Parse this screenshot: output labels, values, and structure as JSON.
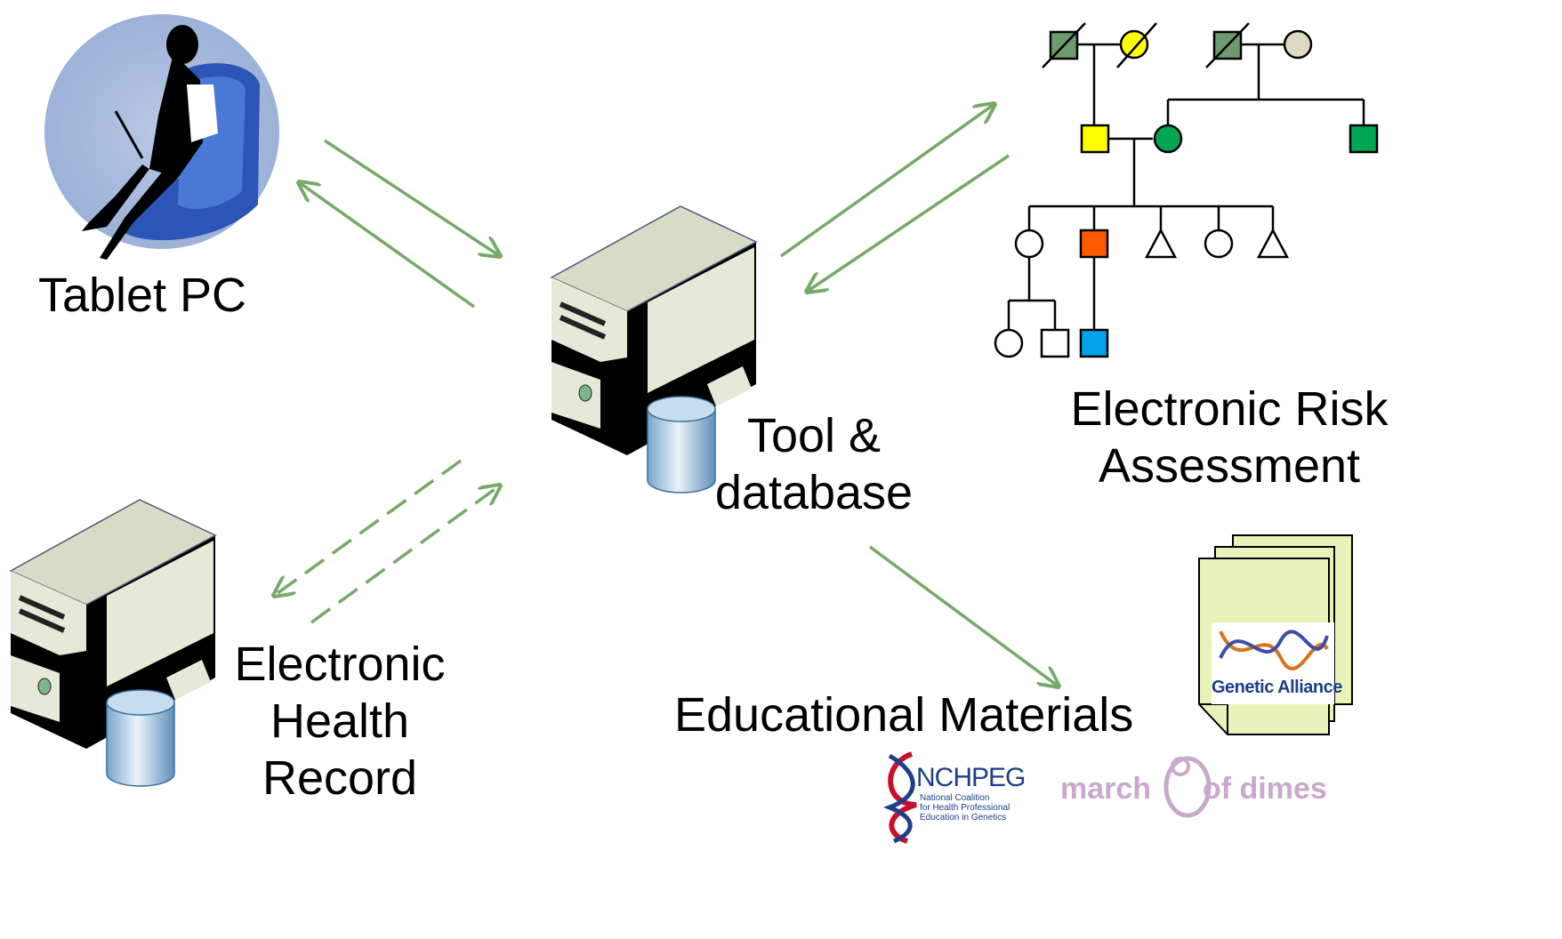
{
  "labels": {
    "tablet": "Tablet PC",
    "tool_line1": "Tool &",
    "tool_line2": "database",
    "era_line1": "Electronic Risk",
    "era_line2": "Assessment",
    "ehr_line1": "Electronic",
    "ehr_line2": "Health",
    "ehr_line3": "Record",
    "edu": "Educational Materials"
  },
  "logos": {
    "genetic_alliance": "Genetic Alliance",
    "nchpeg_title": "NCHPEG",
    "nchpeg_sub1": "National Coalition",
    "nchpeg_sub2": "for Health Professional",
    "nchpeg_sub3": "Education in Genetics",
    "mod_left": "march",
    "mod_right": "of dimes"
  },
  "colors": {
    "arrow": "#76a96a",
    "pedigree_green": "#00a651",
    "pedigree_grey_green": "#6e9a6e",
    "pedigree_yellow": "#ffff00",
    "pedigree_orange": "#ff5a00",
    "pedigree_blue": "#00a3e8",
    "pedigree_beige": "#ddd8c4",
    "server_face": "#e6e9d8",
    "doc_paper": "#e9f2b8"
  }
}
